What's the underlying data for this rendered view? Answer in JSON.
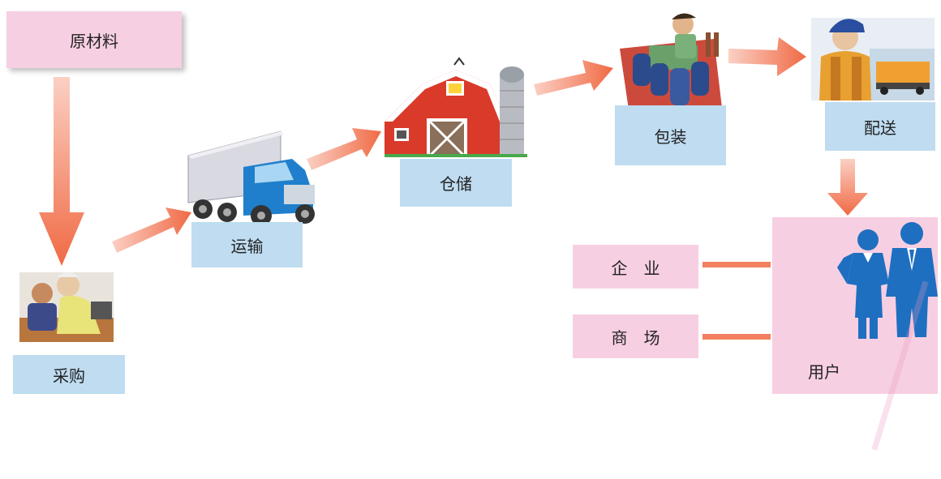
{
  "nodes": {
    "raw_material": "原材料",
    "purchase": "采购",
    "transport": "运输",
    "storage": "仓储",
    "packaging": "包装",
    "delivery": "配送",
    "user": "用户",
    "enterprise": "企　业",
    "mall": "商　场"
  },
  "colors": {
    "arrow": "#f06a45",
    "pink_box": "#f7cfe2",
    "blue_box": "#bfdcf1"
  }
}
